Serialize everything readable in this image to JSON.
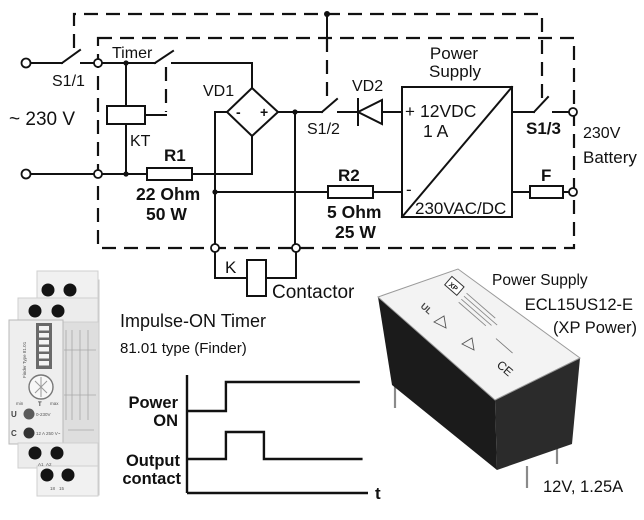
{
  "schematic": {
    "supply_label": "~ 230 V",
    "switch_s1_1": "S1/1",
    "timer_contact": "Timer",
    "timer_coil": "KT",
    "r1": {
      "name": "R1",
      "resistance": "22 Ohm",
      "power": "50 W"
    },
    "vd1": {
      "name": "VD1",
      "minus": "-",
      "plus": "+"
    },
    "switch_s1_2": "S1/2",
    "vd2": "VD2",
    "power_supply": {
      "title_line1": "Power",
      "title_line2": "Supply",
      "plus": "+",
      "output_voltage": "12VDC",
      "output_current": "1 A",
      "minus": "-",
      "input": "230VAC/DC"
    },
    "switch_s1_3": "S1/3",
    "battery": {
      "voltage": "230V",
      "label": "Battery"
    },
    "r2": {
      "name": "R2",
      "resistance": "5 Ohm",
      "power": "25 W"
    },
    "fuse": "F",
    "contactor": {
      "coil": "K",
      "label": "Contactor"
    }
  },
  "timer_device": {
    "title": "Impulse-ON Timer",
    "subtitle": "81.01 type (Finder)",
    "photo": {
      "brand_text": "Finder Type 81.01",
      "knob_min": "min",
      "knob_t": "T",
      "knob_max": "max",
      "u_label": "U",
      "u_text": "0-230V",
      "c_label": "C",
      "c_text": "12 A 250 V~",
      "terminal_a1": "A1",
      "terminal_a2": "A2",
      "terminal_18": "18",
      "terminal_15": "15"
    }
  },
  "timing_diagram": {
    "time_axis_label": "t",
    "t_range": [
      0,
      10
    ],
    "signals": [
      {
        "label_line1": "Power",
        "label_line2": "ON",
        "transitions": [
          {
            "t": 0,
            "level": 0
          },
          {
            "t": 2.15,
            "level": 1
          }
        ],
        "t_end": 9.55
      },
      {
        "label_line1": "Output",
        "label_line2": "contact",
        "transitions": [
          {
            "t": 0,
            "level": 0
          },
          {
            "t": 2.15,
            "level": 1
          },
          {
            "t": 4.25,
            "level": 0
          }
        ],
        "t_end": 9.7
      }
    ]
  },
  "power_supply_module": {
    "title": "Power Supply",
    "model": "ECL15US12-E",
    "manufacturer": "(XP Power)",
    "rating": "12V, 1.25A",
    "marks": {
      "ce": "CE",
      "ul": "UL",
      "logo": "XP"
    }
  }
}
